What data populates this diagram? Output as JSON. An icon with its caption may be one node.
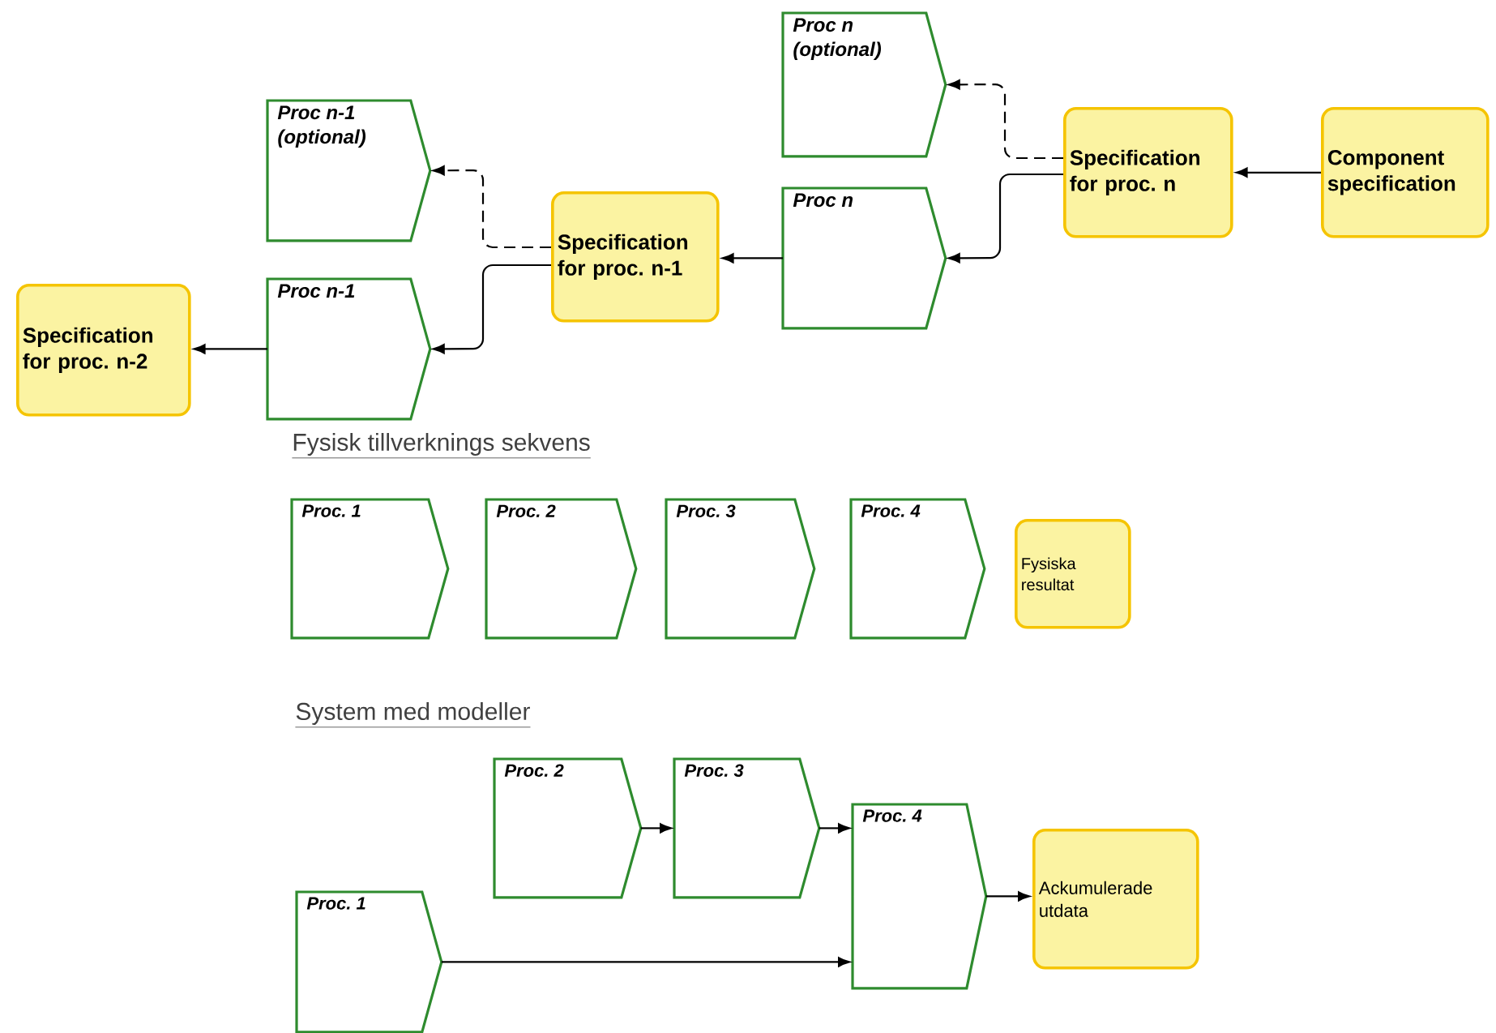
{
  "diagram": {
    "nodes": [
      {
        "text": [
          "Proc n (optional)"
        ]
      },
      {
        "text": [
          "Component specification"
        ]
      },
      {
        "text": [
          "Specification for proc. n"
        ]
      },
      {
        "text": [
          "Proc n"
        ]
      },
      {
        "text": [
          "Proc n-1 (optional)"
        ]
      },
      {
        "text": [
          "Specification for proc. n-1"
        ]
      },
      {
        "text": [
          "Proc n-1"
        ]
      },
      {
        "text": [
          "Specification for proc. n-2"
        ]
      },
      {
        "text": [
          "Proc. 1"
        ]
      },
      {
        "text": [
          "Proc. 2"
        ]
      },
      {
        "text": [
          "Proc. 3"
        ]
      },
      {
        "text": [
          "Proc. 4"
        ]
      },
      {
        "text": [
          "Fysiska resultat"
        ]
      },
      {
        "text": [
          "Proc. 2"
        ]
      },
      {
        "text": [
          "Proc. 3"
        ]
      },
      {
        "text": [
          "Proc. 4"
        ]
      },
      {
        "text": [
          "Ackumulerade utdata"
        ]
      },
      {
        "text": [
          "Proc. 1"
        ]
      }
    ],
    "edges": [
      {
        "from": 1,
        "to": 2,
        "arrow": "to"
      },
      {
        "from": 2,
        "to": 0,
        "arrow": "to",
        "style": "dashed"
      },
      {
        "from": 2,
        "to": 3,
        "arrow": "to"
      },
      {
        "from": 3,
        "to": 5,
        "arrow": "to"
      },
      {
        "from": 5,
        "to": 4,
        "arrow": "to",
        "style": "dashed"
      },
      {
        "from": 5,
        "to": 6,
        "arrow": "to"
      },
      {
        "from": 6,
        "to": 7,
        "arrow": "to"
      },
      {
        "from": 13,
        "to": 14,
        "arrow": "to"
      },
      {
        "from": 14,
        "to": 15,
        "arrow": "to"
      },
      {
        "from": 17,
        "to": 15,
        "arrow": "to"
      },
      {
        "from": 15,
        "to": 16,
        "arrow": "to"
      }
    ],
    "labels": [
      "Fysisk tillverknings sekvens",
      "System med modeller"
    ]
  }
}
